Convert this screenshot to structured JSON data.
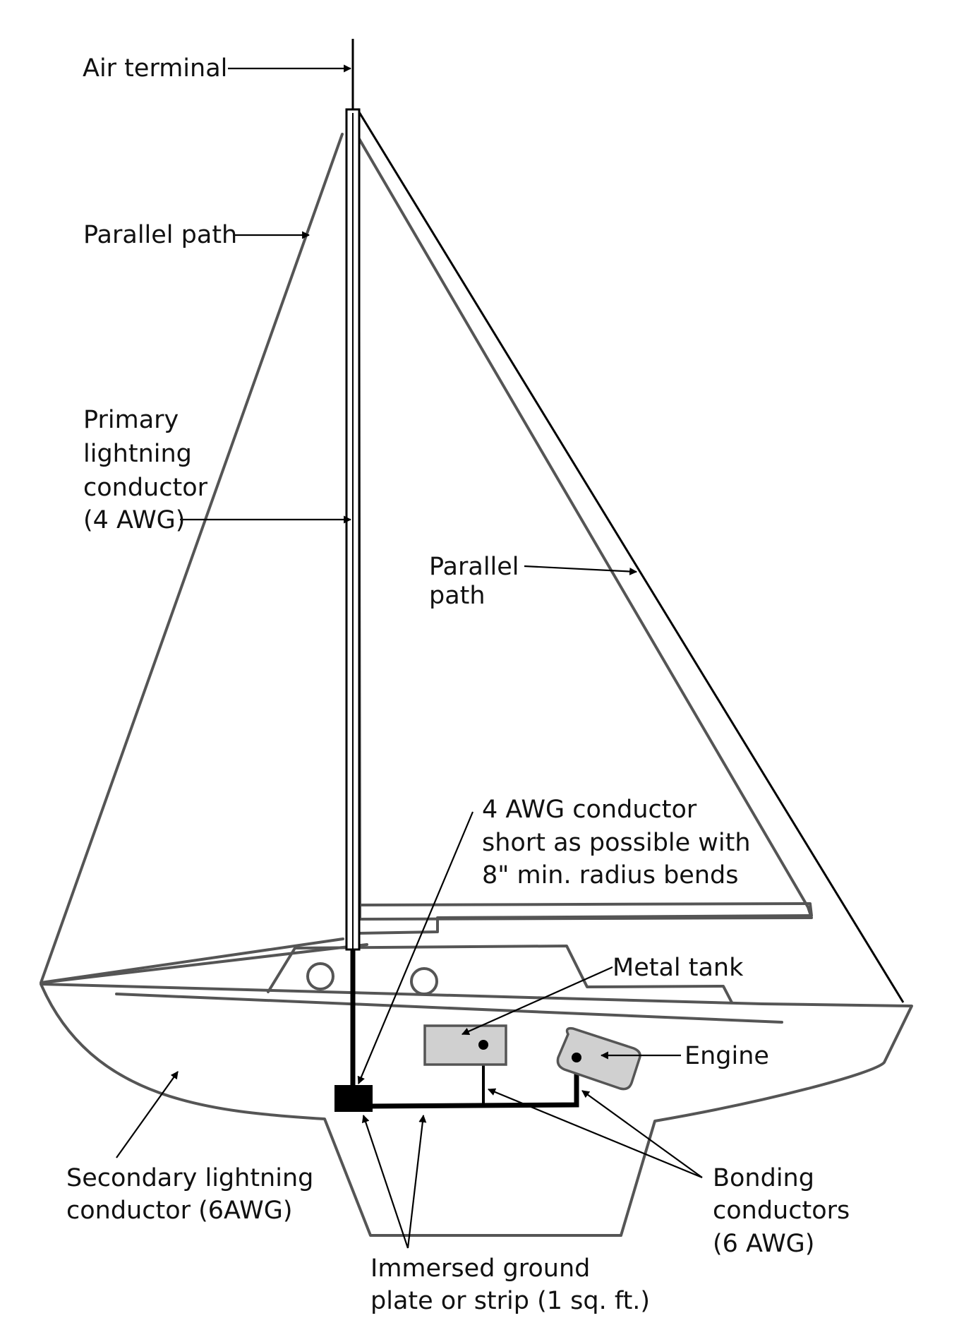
{
  "labels": {
    "air_terminal": "Air terminal",
    "parallel_path_left": "Parallel path",
    "primary_conductor": [
      "Primary",
      "lightning",
      "conductor",
      "(4 AWG)"
    ],
    "parallel_path_right": [
      "Parallel",
      "path"
    ],
    "awg4_conductor_note": [
      "4 AWG conductor",
      "short as possible with",
      "8\" min. radius bends"
    ],
    "metal_tank": "Metal tank",
    "engine": "Engine",
    "secondary_conductor": [
      "Secondary lightning",
      "conductor (6AWG)"
    ],
    "bonding_conductors": [
      "Bonding",
      "conductors",
      "(6 AWG)"
    ],
    "ground_plate": [
      "Immersed ground",
      "plate or strip (1 sq. ft.)"
    ]
  },
  "colors": {
    "hull_outline": "#555555",
    "conductor": "#000000",
    "tank_fill": "#d0d0d0",
    "engine_fill": "#d0d0d0",
    "text": "#111111"
  }
}
